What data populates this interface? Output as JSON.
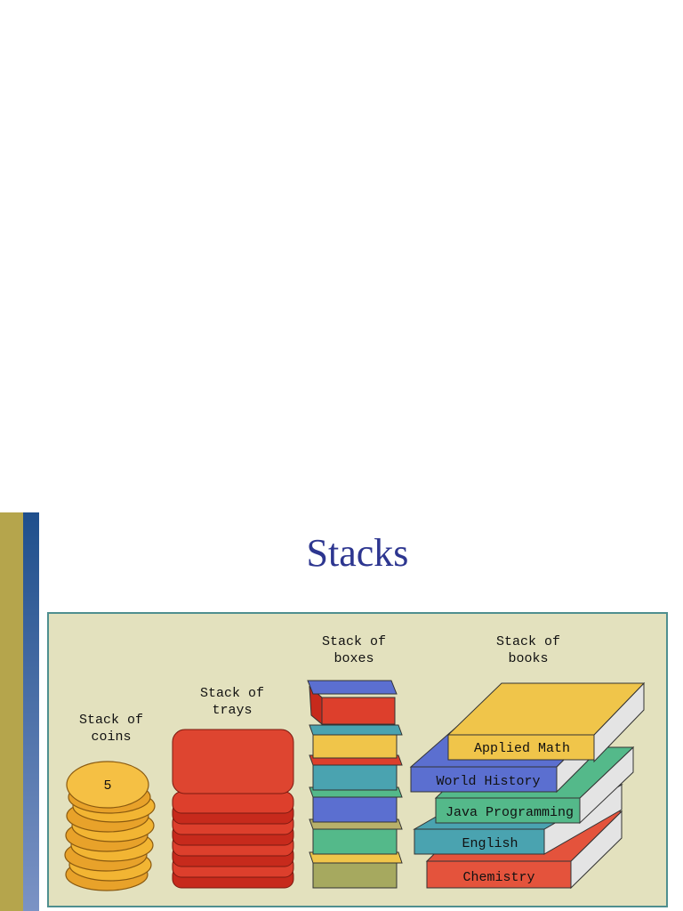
{
  "slide": {
    "title": "Stacks"
  },
  "labels": {
    "coins": [
      "Stack of",
      "coins"
    ],
    "trays": [
      "Stack of",
      "trays"
    ],
    "boxes": [
      "Stack of",
      "boxes"
    ],
    "books": [
      "Stack of",
      "books"
    ]
  },
  "coin_top_value": "5",
  "books": [
    "Applied Math",
    "World History",
    "Java Programming",
    "English",
    "Chemistry"
  ],
  "colors": {
    "title": "#2d3690",
    "panel_bg": "#e3e1be",
    "panel_border": "#4f8f8f",
    "coin": "#f2b533",
    "tray": "#dd3f2c",
    "sidebar_gold": "#b5a54c",
    "sidebar_blue": "#1f4f8c"
  }
}
